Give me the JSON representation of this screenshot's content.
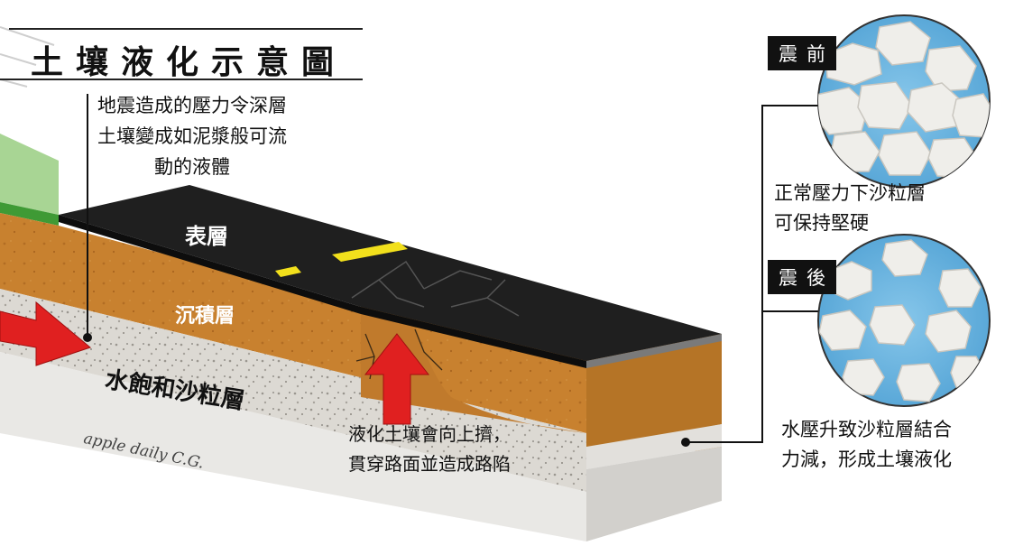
{
  "title": "土壤液化示意圖",
  "description": [
    "地震造成的壓力令深層",
    "土壤變成如泥漿般可流",
    "動的液體"
  ],
  "layers": {
    "surface": "表層",
    "sediment": "沉積層",
    "sand": "水飽和沙粒層"
  },
  "signature": "apple daily C.G.",
  "liquefaction_note": [
    "液化土壤會向上擠，",
    "貫穿路面並造成路陷"
  ],
  "before": {
    "badge": "震前",
    "caption": [
      "正常壓力下沙粒層",
      "可保持堅硬"
    ]
  },
  "after": {
    "badge": "震後",
    "caption": [
      "水壓升致沙粒層結合",
      "力減，形成土壤液化"
    ]
  },
  "colors": {
    "asphalt": "#1f1f1f",
    "sediment": "#c8812f",
    "sediment_side": "#b06f28",
    "sand": "#d9d6d0",
    "grass": "#9fd08a",
    "arrow": "#e02020",
    "water": "#6fb6e0",
    "lane_marking": "#f2e01c"
  }
}
